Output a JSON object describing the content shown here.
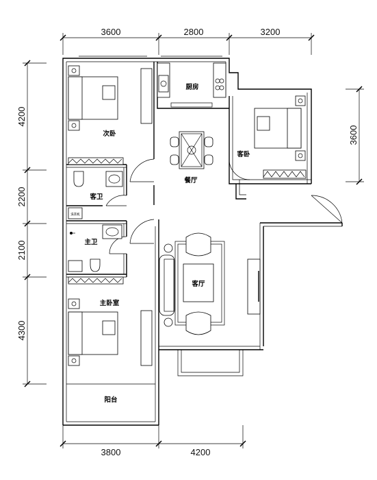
{
  "dimensions": {
    "top": [
      "3600",
      "2800",
      "3200"
    ],
    "bottom": [
      "3800",
      "4200"
    ],
    "left": [
      "4200",
      "2200",
      "2100",
      "4300"
    ],
    "right": [
      "3600"
    ]
  },
  "rooms": {
    "second_bedroom": "次卧",
    "kitchen": "厨房",
    "dining": "餐厅",
    "guest_bedroom": "客卧",
    "guest_bath": "客卫",
    "master_bath": "主卫",
    "living_room": "客厅",
    "master_bedroom": "主卧室",
    "balcony": "阳台"
  },
  "labels": {
    "washer": "洗衣机"
  }
}
